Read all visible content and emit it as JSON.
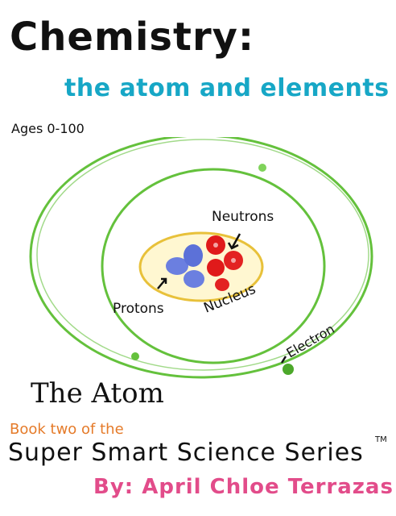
{
  "title": "Chemistry:",
  "subtitle": "the atom and elements",
  "ages": "Ages 0-100",
  "diagram": {
    "labels": {
      "neutrons": "Neutrons",
      "protons": "Protons",
      "nucleus": "Nucleus",
      "electron": "Electron"
    },
    "colors": {
      "orbit": "#64c13c",
      "nucleus_fill": "#fff7d1",
      "nucleus_outline": "#e8c13a",
      "proton": "#6b7fe0",
      "neutron": "#e01a1a"
    }
  },
  "atom_caption": "The Atom",
  "book_two": "Book two of the",
  "series": "Super Smart Science Series",
  "trademark": "TM",
  "author": "By: April Chloe Terrazas"
}
